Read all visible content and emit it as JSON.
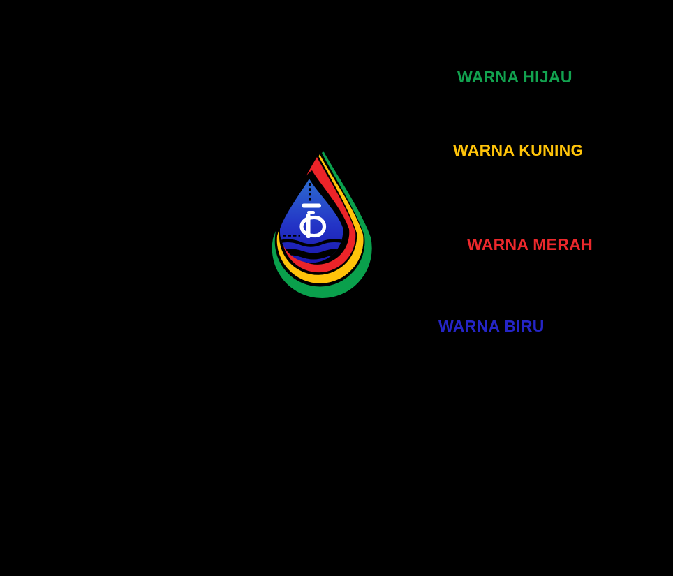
{
  "page": {
    "background": "#000000"
  },
  "logo": {
    "description": "water-drop-logo",
    "layers": {
      "green": "#0AA04C",
      "gap": "#000000",
      "yellow": "#FFC40A",
      "red": "#EC2429",
      "blue_top": "#2D6CD0",
      "blue_mid": "#2334C6",
      "blue_bottom": "#1B17AE",
      "icon_white": "#FFFFFF",
      "wave_black": "#000000",
      "dash_black": "#000000"
    }
  },
  "labels": [
    {
      "text": "WARNA HIJAU",
      "color": "#12A24F"
    },
    {
      "text": "WARNA KUNING",
      "color": "#FFC40A"
    },
    {
      "text": "WARNA MERAH",
      "color": "#EC282C"
    },
    {
      "text": "WARNA BIRU",
      "color": "#2525C6"
    }
  ]
}
